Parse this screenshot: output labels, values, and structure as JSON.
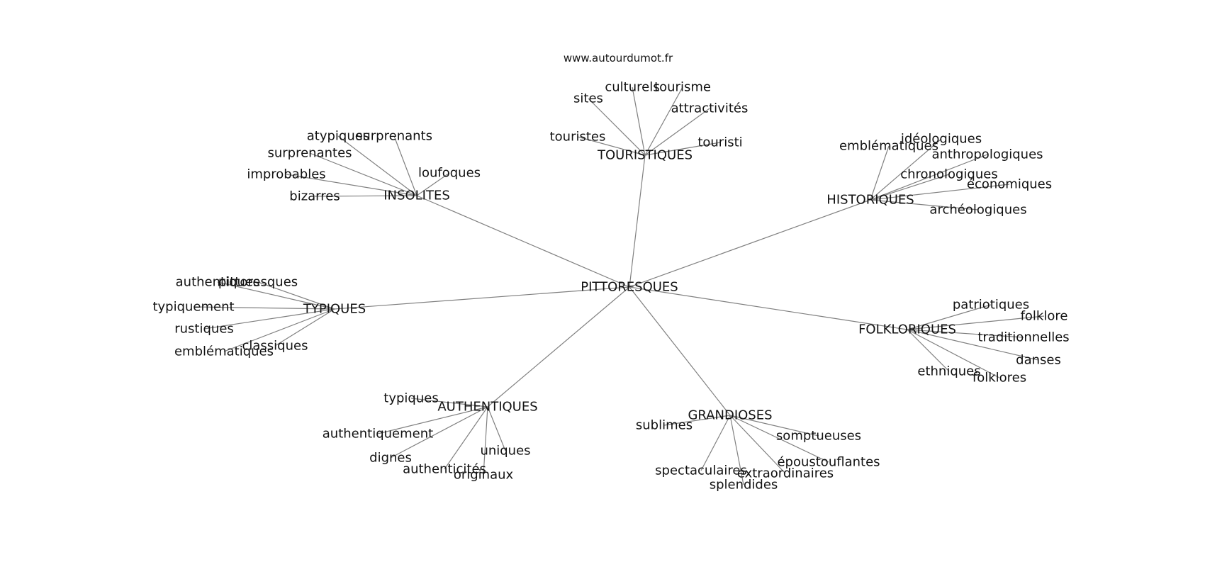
{
  "source": "www.autourdumot.fr",
  "center": "PITTORESQUES",
  "groups": [
    {
      "hub": "TOURISTIQUES",
      "words": [
        "sites",
        "culturels",
        "tourisme",
        "attractivités",
        "touristes",
        "touristi"
      ]
    },
    {
      "hub": "INSOLITES",
      "words": [
        "atypiques",
        "surprenants",
        "surprenantes",
        "improbables",
        "loufoques",
        "bizarres"
      ]
    },
    {
      "hub": "HISTORIQUES",
      "words": [
        "idéologiques",
        "emblématiques",
        "anthropologiques",
        "chronologiques",
        "économiques",
        "archéologiques"
      ]
    },
    {
      "hub": "TYPIQUES",
      "words": [
        "authentiques",
        "pittoresques",
        "typiquement",
        "rustiques",
        "classiques",
        "emblématiques"
      ]
    },
    {
      "hub": "FOLKLORIQUES",
      "words": [
        "patriotiques",
        "folklore",
        "traditionnelles",
        "danses",
        "ethniques",
        "folklores"
      ]
    },
    {
      "hub": "AUTHENTIQUES",
      "words": [
        "typiques",
        "authentiquement",
        "dignes",
        "authenticités",
        "originaux",
        "uniques"
      ]
    },
    {
      "hub": "GRANDIOSES",
      "words": [
        "sublimes",
        "somptueuses",
        "époustouflantes",
        "spectaculaires",
        "extraordinaires",
        "splendides"
      ]
    }
  ]
}
